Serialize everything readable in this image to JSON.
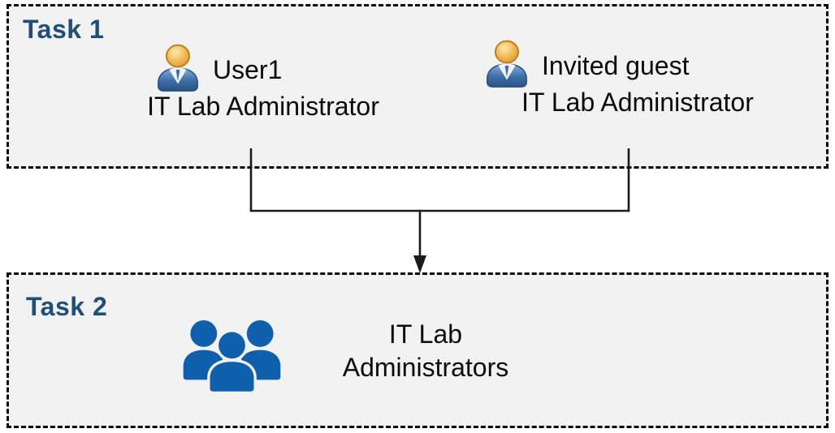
{
  "task1": {
    "label": "Task 1",
    "entities": [
      {
        "name": "User1",
        "role": "IT Lab Administrator",
        "icon": "person-icon"
      },
      {
        "name": "Invited guest",
        "role": "IT Lab Administrator",
        "icon": "person-icon"
      }
    ]
  },
  "task2": {
    "label": "Task 2",
    "group": {
      "icon": "people-group-icon",
      "lines": [
        "IT Lab",
        "Administrators"
      ]
    }
  },
  "connector": {
    "type": "merge-arrow",
    "from": [
      "User1",
      "Invited guest"
    ],
    "to": "IT Lab Administrators"
  },
  "colors": {
    "box_background": "#F2F2F2",
    "border": "#000000",
    "task_label": "#1F4E79",
    "text": "#0A0A0A",
    "group_icon_blue": "#0E5FAC",
    "person_head_gold": "#E9A63C",
    "person_body_blue": "#3A6BA5"
  }
}
